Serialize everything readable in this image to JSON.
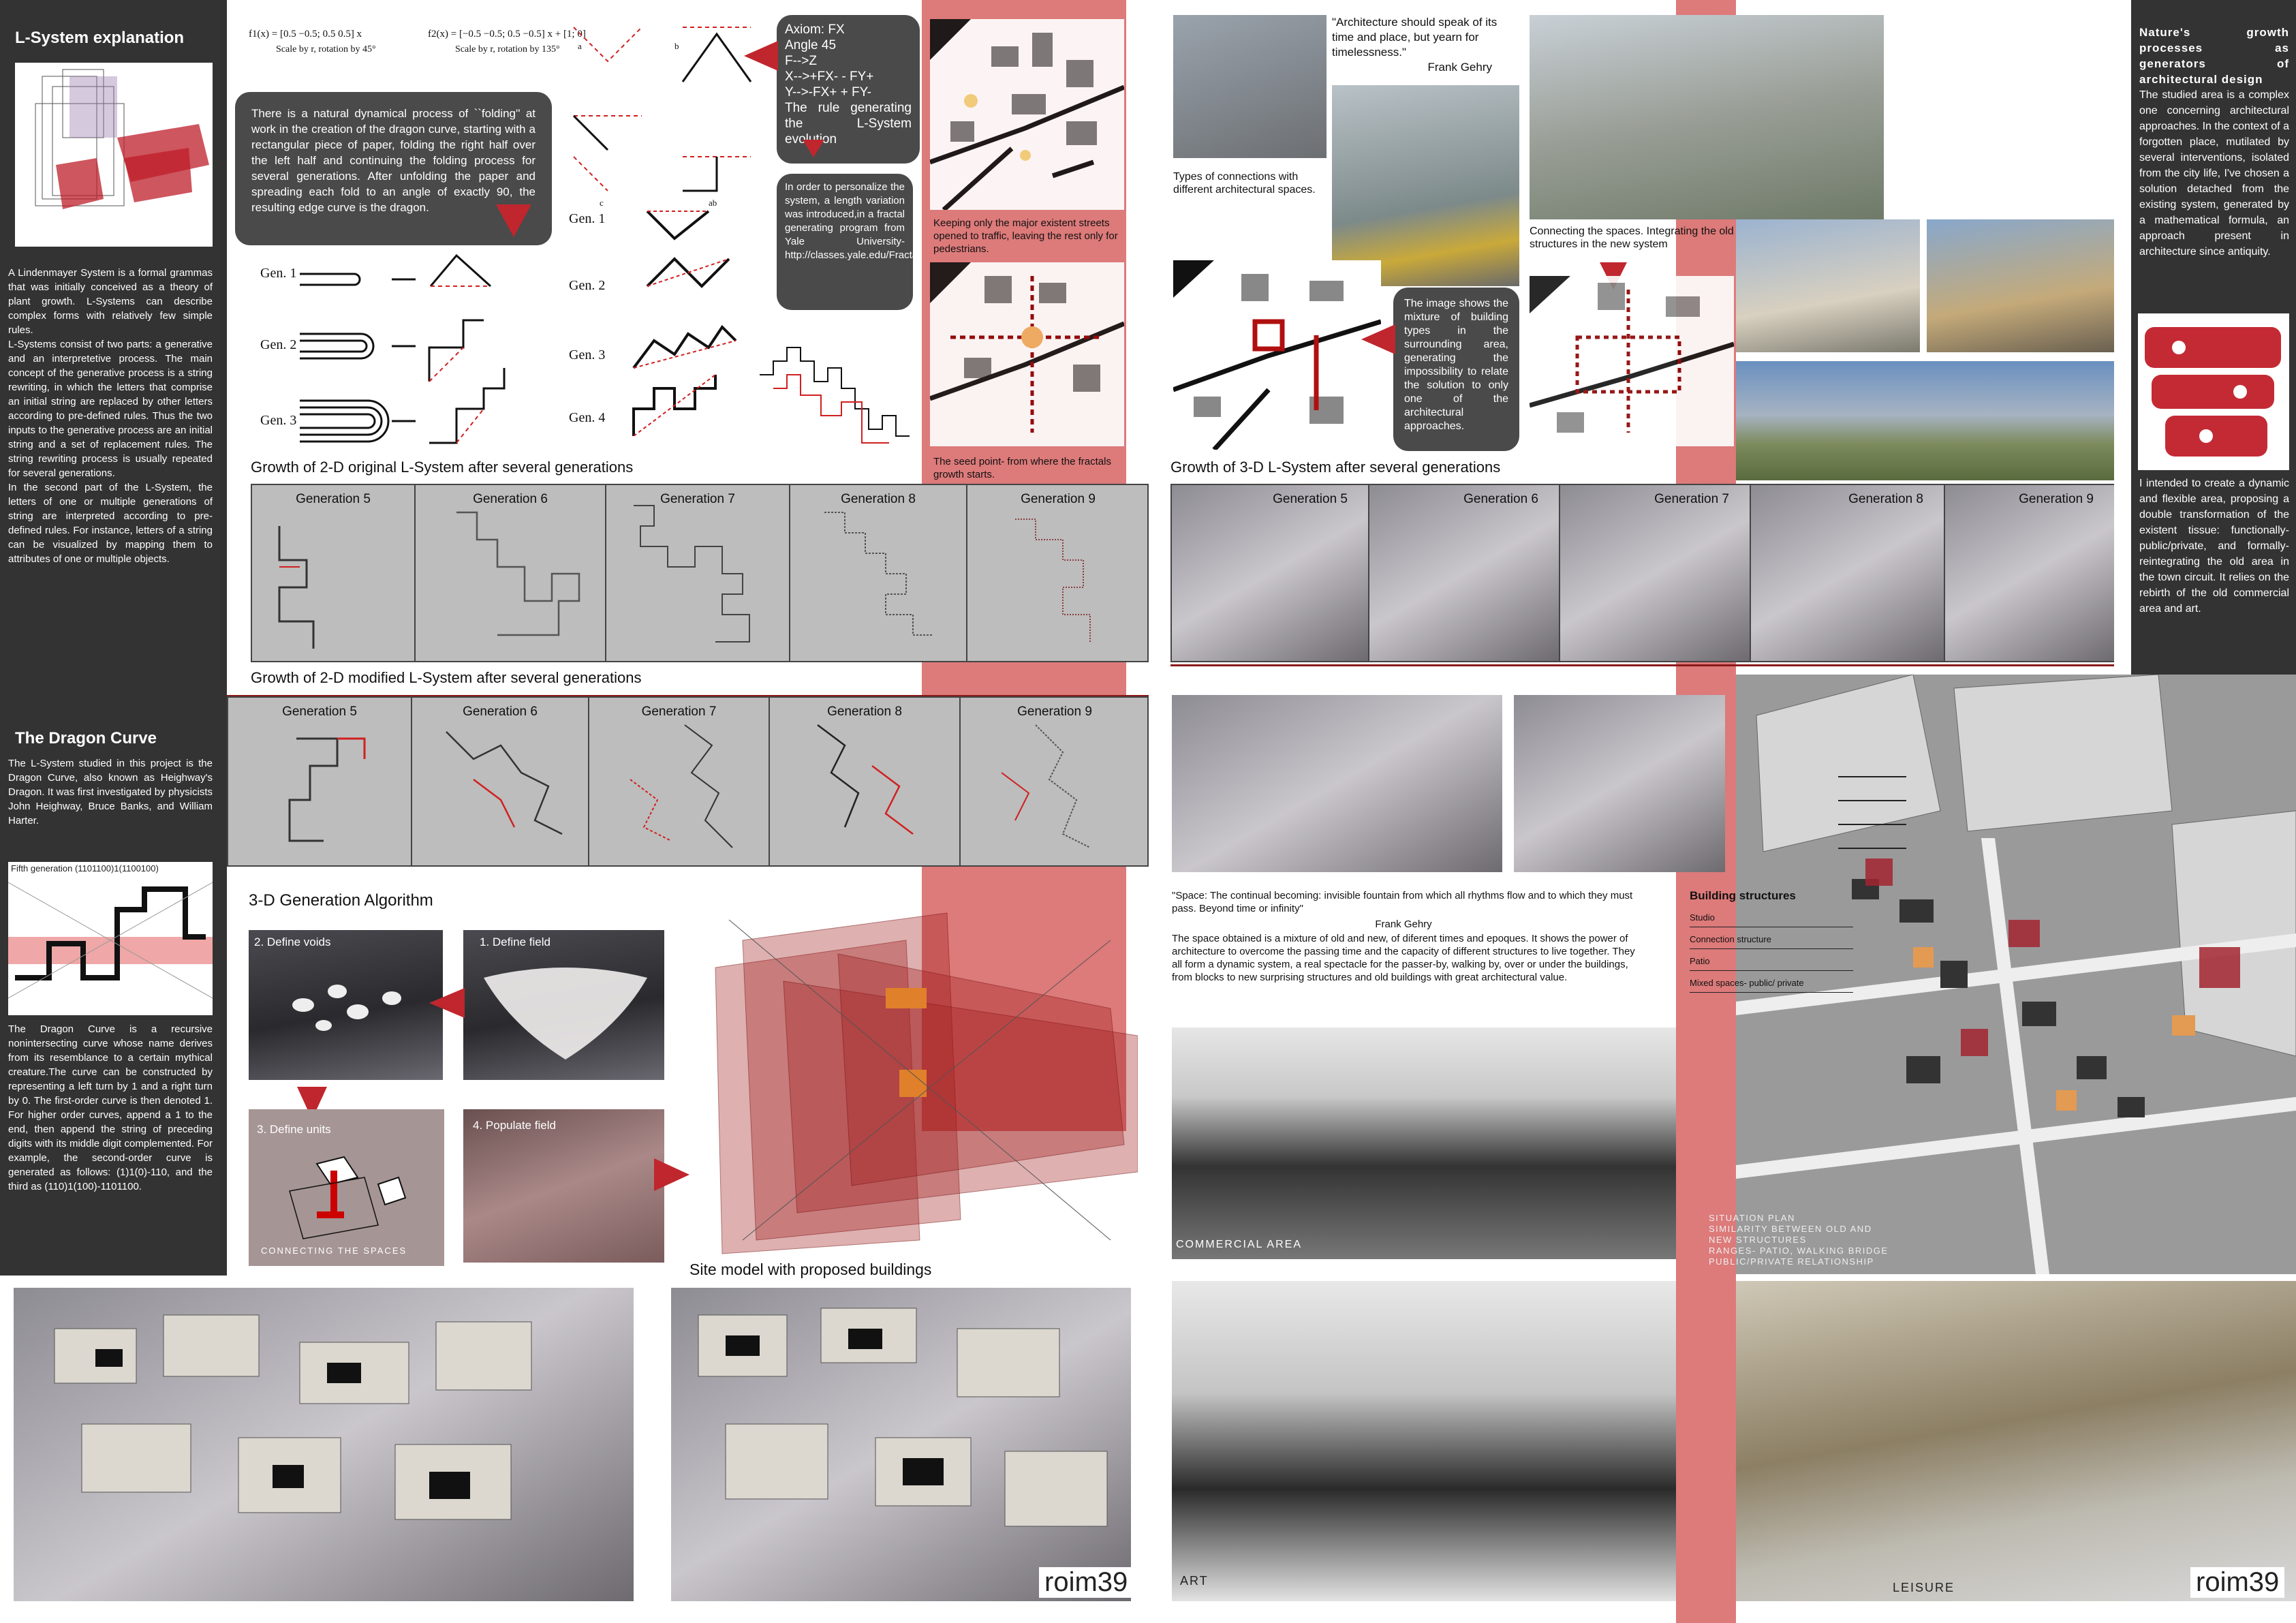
{
  "left_sidebar": {
    "title": "L-System explanation",
    "para1": "A Lindenmayer System is a formal grammas that was initially conceived as a theory of plant growth. L-Systems can describe complex forms with relatively few simple rules.",
    "para2": "L-Systems consist of two parts: a generative and an interpretetive process. The main concept of the generative process is a string rewriting, in which the letters that comprise an initial string are replaced by other letters according to pre-defined rules. Thus the two inputs to the generative process are an initial string and a set of replacement rules. The string rewriting process is usually repeated for several generations.",
    "para3": "In the second part of the L-System, the letters of one or multiple generations of string are interpreted according to pre-defined rules. For instance, letters of a string can be visualized by mapping them to attributes of one or multiple objects.",
    "dragon_title": "The Dragon Curve",
    "dragon_para1": "The L-System studied in this project is the Dragon Curve, also known as Heighway's Dragon. It was first investigated by physicists John Heighway, Bruce Banks, and William Harter.",
    "fifth_gen_label": "Fifth generation (1101100)1(1100100)",
    "dragon_para2": "The Dragon Curve is a recursive nonintersecting curve whose name derives from its resemblance to a certain mythical creature.The curve can be constructed by representing a left turn by 1 and a right turn by 0. The first-order curve is then denoted 1. For higher order curves, append a 1 to the end, then append the string of preceding digits with its middle digit complemented. For example, the second-order curve is generated as follows: (1)1(0)-110, and the third as (110)1(100)-1101100."
  },
  "formulas": {
    "f1": "f1(x) = [0.5 −0.5; 0.5 0.5] x",
    "f1_caption": "Scale by r, rotation by 45°",
    "f2": "f2(x) = [−0.5 −0.5; 0.5 −0.5] x + [1; 0]",
    "f2_caption": "Scale by r, rotation by 135°"
  },
  "folding_bubble": "There is a natural dynamical process of ``folding'' at work in the creation of the dragon curve, starting with a rectangular piece of paper, folding the right half over the left half and continuing the folding process for several generations. After unfolding the paper and spreading each fold to an angle of exactly 90, the resulting edge curve is the dragon.",
  "axiom_bubble": {
    "lines": [
      "Axiom: FX",
      "Angle 45",
      "F-->Z",
      "X-->+FX- - FY+",
      "Y-->-FX+ + FY-"
    ],
    "rule": "The rule generating the L-System evolution"
  },
  "personalize_bubble": "In order to personalize the system, a length variation was introduced,in a fractal generating program from Yale University- http://classes.yale.edu/Fractals/software/swinglsystem.html",
  "gen_labels_left": [
    "Gen. 1",
    "Gen. 2",
    "Gen. 3"
  ],
  "gen_labels_mid": [
    "Gen. 1",
    "Gen. 2",
    "Gen. 3",
    "Gen. 4"
  ],
  "diagram_letters": {
    "a": "a",
    "b": "b",
    "c": "c",
    "ab": "ab"
  },
  "map_captions": {
    "keeping": "Keeping only the major existent streets opened to traffic, leaving the rest only for pedestrians.",
    "seed": "The seed point- from where the fractals growth starts."
  },
  "growth_2d_original": {
    "title": "Growth of 2-D original L-System after several generations",
    "labels": [
      "Generation 5",
      "Generation 6",
      "Generation 7",
      "Generation 8",
      "Generation 9"
    ]
  },
  "growth_2d_modified": {
    "title": "Growth of 2-D modified L-System after several generations",
    "labels": [
      "Generation 5",
      "Generation 6",
      "Generation 7",
      "Generation 8",
      "Generation 9"
    ]
  },
  "generation_3d": {
    "title": "3-D Generation Algorithm",
    "steps": [
      "2. Define voids",
      "1. Define field",
      "3. Define units",
      "4. Populate field"
    ],
    "connecting": "Connecting the spaces"
  },
  "site_model_caption": "Site model with proposed buildings",
  "brand": "roim39",
  "right_top": {
    "quote1": "\"Architecture should speak of its time and place, but yearn for timelessness.\"",
    "quote1_author": "Frank Gehry",
    "types_caption": "Types of connections with different architectural spaces.",
    "connecting_caption": "Connecting the spaces. Integrating the old structures in the new system",
    "mixture_bubble": "The image shows the mixture of building types in the surrounding area, generating the impossibility to relate the solution to only one of the architectural approaches.",
    "growth_3d_title": "Growth of 3-D L-System after several generations",
    "labels": [
      "Generation 5",
      "Generation 6",
      "Generation 7",
      "Generation 8",
      "Generation 9"
    ]
  },
  "right_sidebar": {
    "title": "Nature's growth processes as generators of architectural design",
    "para1": "The studied area is a complex one concerning architectural approaches. In the context of a forgotten place, mutilated by several interventions, isolated from the city life, I've chosen a solution detached from the existing system, generated by a mathematical formula, an approach present in architecture since antiquity.",
    "para2": "I intended to create a dynamic and flexible area, proposing a double transformation of the existent tissue: functionally-public/private, and formally-reintegrating the old area in the town circuit. It relies on the rebirth of the old commercial area and art."
  },
  "space_quote": {
    "quote": "\"Space: The continual becoming: invisible fountain from which all rhythms flow and to which they must pass. Beyond time or infinity\"",
    "author": "Frank Gehry",
    "body": "The space obtained is a mixture of old and new, of diferent times and epoques. It shows the power of architecture to overcome the passing time and the capacity of different structures to live together. They all form a dynamic system, a real spectacle for the passer-by, walking by, over or under the buildings, from blocks to new surprising structures and old buildings with great architectural value."
  },
  "legend": {
    "title": "Building structures",
    "items": [
      "Studio",
      "Connection structure",
      "Patio",
      "Mixed spaces- public/ private"
    ]
  },
  "situation_plan": {
    "lines": [
      "Situation plan",
      "similarity between old and",
      "new structures",
      "ranges- patio, walking bridge",
      "public/private relationship"
    ]
  },
  "render_labels": {
    "commercial": "Commercial area",
    "art": "Art",
    "leisure": "Leisure"
  }
}
